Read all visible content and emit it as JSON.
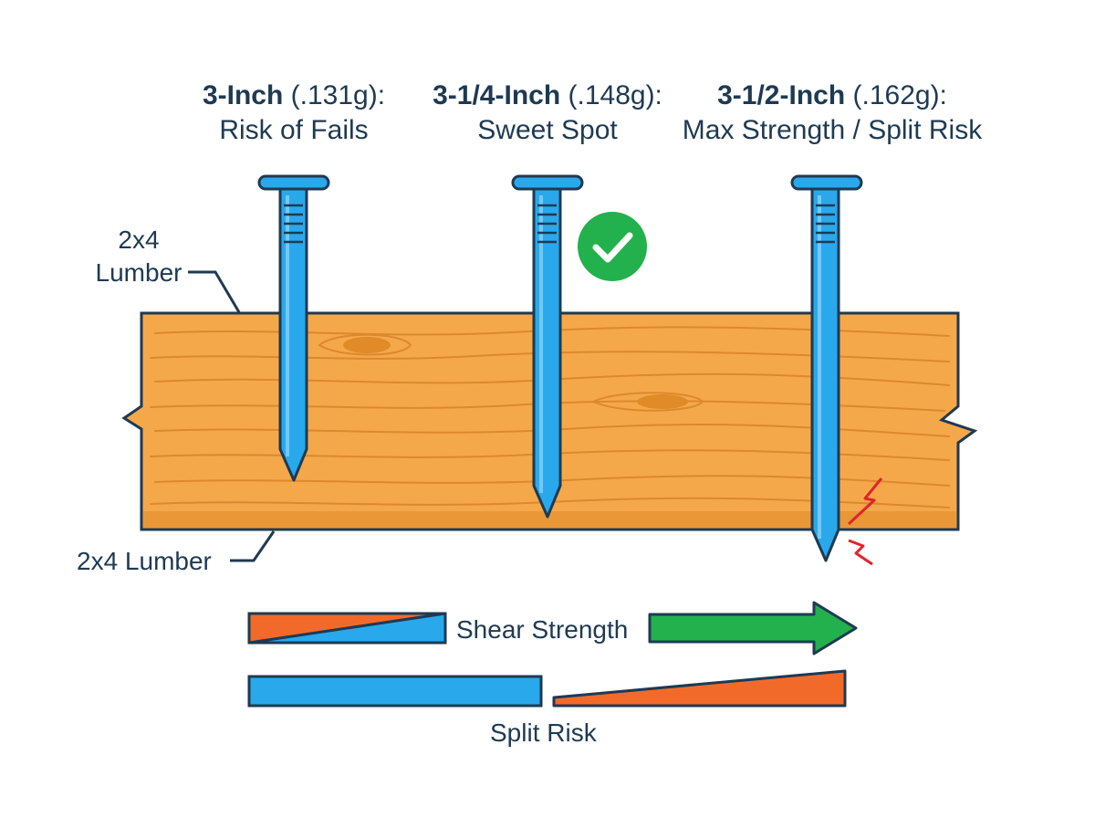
{
  "nails": [
    {
      "size": "3-Inch",
      "gauge": "(.131g):",
      "note": "Risk of Fails"
    },
    {
      "size": "3-1/4-Inch",
      "gauge": "(.148g):",
      "note": "Sweet Spot"
    },
    {
      "size": "3-1/2-Inch",
      "gauge": "(.162g):",
      "note": "Max Strength / Split Risk"
    }
  ],
  "labels": {
    "lumber_top": "2x4\nLumber",
    "lumber_bottom": "2x4 Lumber",
    "shear_strength": "Shear Strength",
    "split_risk": "Split Risk"
  },
  "colors": {
    "wood": "#f5a84a",
    "wood_dark": "#e08a28",
    "nail": "#2aa8ec",
    "outline": "#1e3a52",
    "check_green": "#22b14c",
    "arrow_green": "#22b14c",
    "orange": "#f26a2a",
    "crack_red": "#e0242c"
  },
  "icons": [
    "check-icon",
    "crack-icon",
    "arrow-right-icon"
  ]
}
